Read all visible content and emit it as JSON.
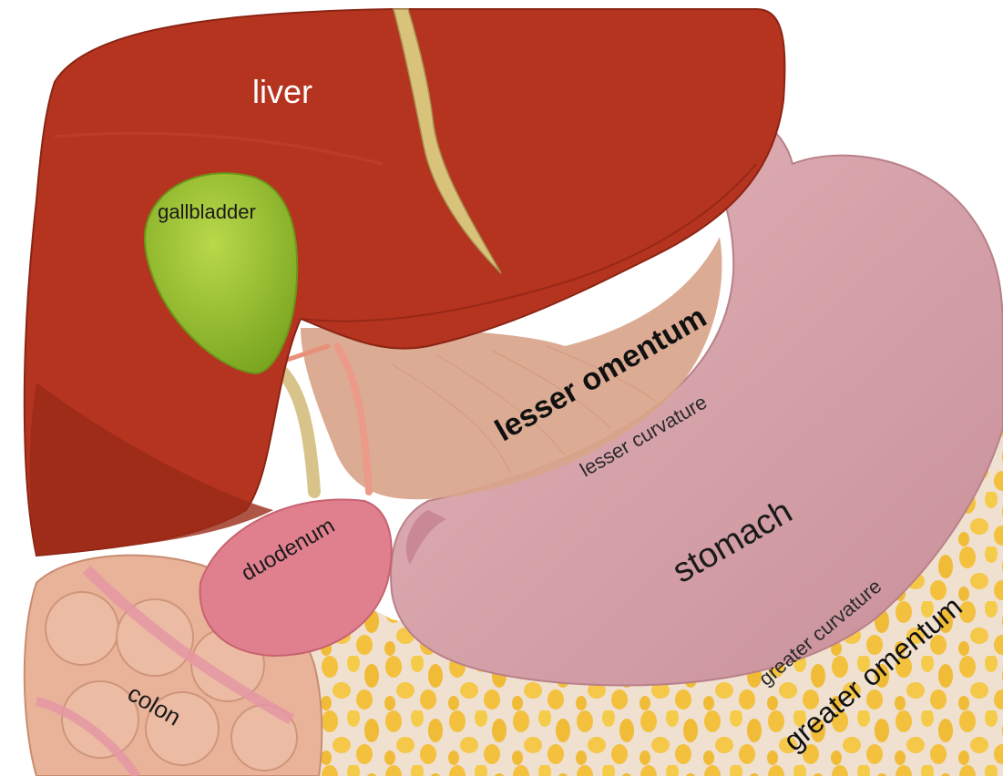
{
  "labels": {
    "liver": "liver",
    "gallbladder": "gallbladder",
    "lesser_omentum": "lesser omentum",
    "lesser_curvature": "lesser curvature",
    "stomach": "stomach",
    "duodenum": "duodenum",
    "greater_curvature": "greater curvature",
    "greater_omentum": "greater omentum",
    "colon": "colon"
  },
  "colors": {
    "liver": "#b5341f",
    "liver_dark": "#9a2a18",
    "gallbladder": "#8fb82a",
    "stomach": "#d4a0a6",
    "lesser_omentum": "#d9a48a",
    "duodenum": "#e0808e",
    "fat": "#f5c84a",
    "colon": "#e9b39a",
    "ligament": "#d9c27a"
  }
}
